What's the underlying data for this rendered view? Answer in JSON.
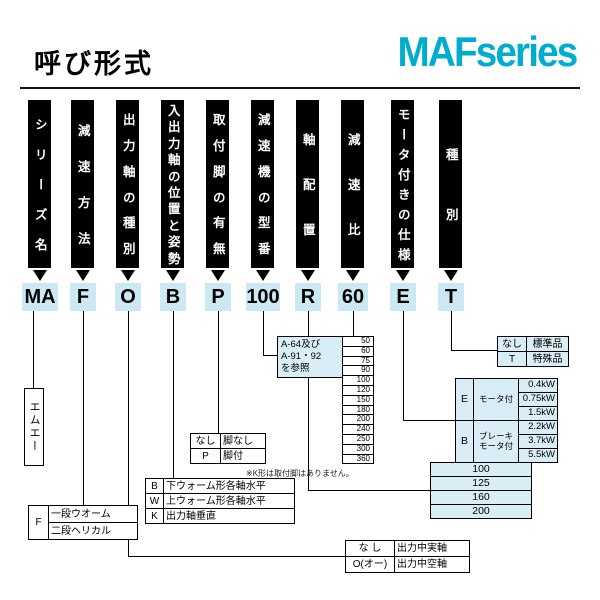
{
  "header": {
    "title": "呼び形式",
    "series": "MAFseries"
  },
  "columns": [
    {
      "label": "シリーズ名",
      "code": "MA"
    },
    {
      "label": "減速方法",
      "code": "F"
    },
    {
      "label": "出力軸の種別",
      "code": "O"
    },
    {
      "label": "入出力軸の位置と姿勢",
      "code": "B"
    },
    {
      "label": "取付脚の有無",
      "code": "P"
    },
    {
      "label": "減速機の型番",
      "code": "100"
    },
    {
      "label": "軸配置",
      "code": "R"
    },
    {
      "label": "減速比",
      "code": "60"
    },
    {
      "label": "モータ付きの仕様",
      "code": "E"
    },
    {
      "label": "種別",
      "code": "T"
    }
  ],
  "tables": {
    "series_reading": "エムエー",
    "method": {
      "code": "F",
      "rows": [
        "一段ウオーム",
        "二段ヘリカル"
      ]
    },
    "output": {
      "rows": [
        [
          "な し",
          "出力中実軸"
        ],
        [
          "O(オー)",
          "出力中空軸"
        ]
      ]
    },
    "posture": {
      "rows": [
        [
          "B",
          "下ウォーム形各軸水平"
        ],
        [
          "W",
          "上ウォーム形各軸水平"
        ],
        [
          "K",
          "出力軸垂直"
        ]
      ]
    },
    "legs": {
      "rows": [
        [
          "なし",
          "脚なし"
        ],
        [
          "P",
          "脚付"
        ]
      ],
      "note": "※K形は取付脚はありません。"
    },
    "model_ref_lines": [
      "A-64及び",
      "A-91・92",
      "を参照"
    ],
    "ratios": [
      "50",
      "60",
      "75",
      "90",
      "100",
      "120",
      "150",
      "180",
      "200",
      "240",
      "250",
      "300",
      "360"
    ],
    "frames": [
      "100",
      "125",
      "160",
      "200"
    ],
    "motor": {
      "groups": [
        {
          "code": "E",
          "label": "モータ付",
          "values": [
            "0.4kW",
            "0.75kW",
            "1.5kW"
          ]
        },
        {
          "code": "B",
          "label": "ブレーキモータ付",
          "values": [
            "2.2kW",
            "3.7kW",
            "5.5kW"
          ]
        }
      ]
    },
    "type": {
      "rows": [
        [
          "なし",
          "標準品"
        ],
        [
          "T",
          "特殊品"
        ]
      ]
    }
  },
  "colors": {
    "accent": "#00ADCF",
    "code_bg": "#CCE8F2",
    "tint": "#D9EDF6"
  }
}
